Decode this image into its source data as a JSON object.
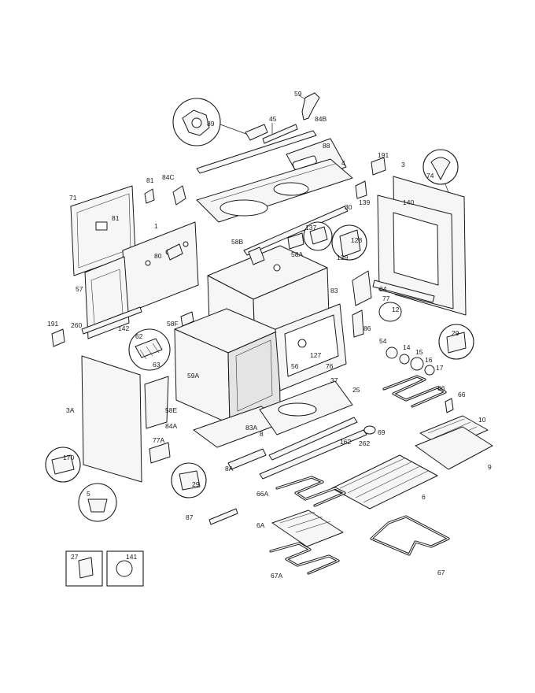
{
  "labels": {
    "l59": "59",
    "l89": "89",
    "l45": "45",
    "l84b": "84B",
    "l88": "88",
    "l4": "4",
    "l191a": "191",
    "l3": "3",
    "l74": "74",
    "l84c": "84C",
    "l81a": "81",
    "l71": "71",
    "l81b": "81",
    "l1": "1",
    "l30": "30",
    "l139": "139",
    "l140": "140",
    "l58b": "58B",
    "l137": "137",
    "l128": "128",
    "l129": "129",
    "l58a": "58A",
    "l80": "80",
    "l57": "57",
    "l83": "83",
    "l84": "84",
    "l77": "77",
    "l191b": "191",
    "l260": "260",
    "l142": "142",
    "l58f": "58F",
    "l62": "62",
    "l63": "63",
    "l12": "12",
    "l86a": "86",
    "l29a": "29",
    "l127": "127",
    "l54": "54",
    "l14": "14",
    "l15": "15",
    "l16": "16",
    "l17": "17",
    "l59a": "59A",
    "l56": "56",
    "l76": "76",
    "l37": "37",
    "l25": "25",
    "l86b": "86",
    "l66": "66",
    "l3a": "3A",
    "l58e": "58E",
    "l84a": "84A",
    "l83a": "83A",
    "l8": "8",
    "l10": "10",
    "l69": "69",
    "l162": "162",
    "l262": "262",
    "l77a": "77A",
    "l170": "170",
    "l9": "9",
    "l8a": "8A",
    "l29b": "29",
    "l5": "5",
    "l6": "6",
    "l66a": "66A",
    "l87": "87",
    "l6a": "6A",
    "l67": "67",
    "l27": "27",
    "l141": "141",
    "l67a": "67A"
  }
}
